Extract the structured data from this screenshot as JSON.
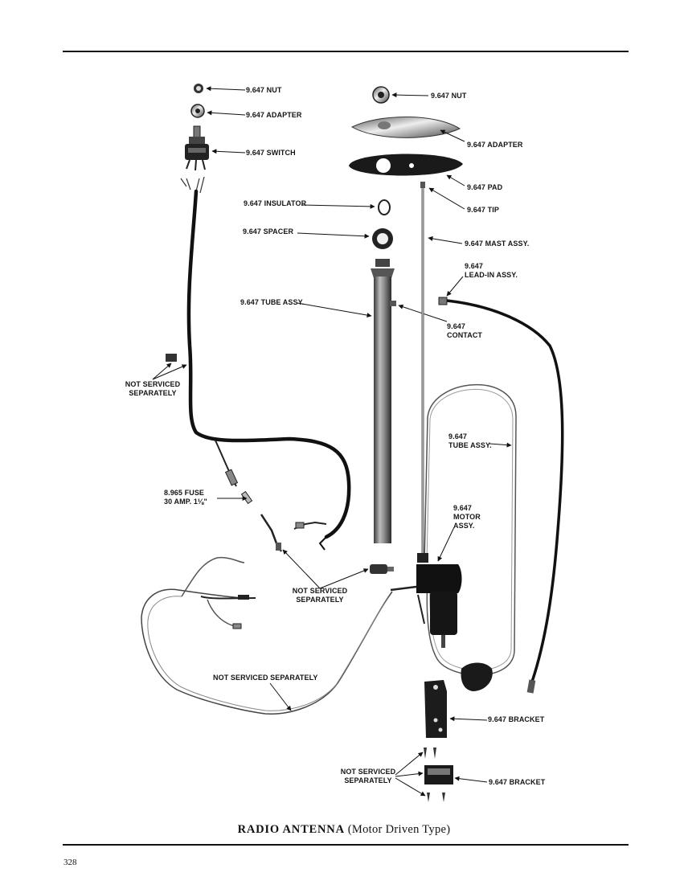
{
  "caption": {
    "title": "RADIO ANTENNA",
    "subtitle": "(Motor Driven Type)"
  },
  "page_number": "328",
  "labels": {
    "switch_nut": "9.647 NUT",
    "switch_adapter": "9.647 ADAPTER",
    "switch": "9.647 SWITCH",
    "insulator": "9.647 INSULATOR",
    "spacer": "9.647 SPACER",
    "tube_assy": "9.647 TUBE ASSY.",
    "mast_nut": "9.647 NUT",
    "mast_adapter": "9.647 ADAPTER",
    "pad": "9.647 PAD",
    "tip": "9.647 TIP",
    "mast_assy": "9.647 MAST ASSY.",
    "leadin_num": "9.647",
    "leadin_name": "LEAD-IN ASSY.",
    "contact_num": "9.647",
    "contact_name": "CONTACT",
    "ns_left_1": "NOT SERVICED",
    "ns_left_2": "SEPARATELY",
    "loop_tube_num": "9.647",
    "loop_tube_name": "TUBE ASSY.",
    "fuse_1": "8.965 FUSE",
    "fuse_2": "30 AMP. 1⅛\"",
    "motor_num": "9.647",
    "motor_name_1": "MOTOR",
    "motor_name_2": "ASSY.",
    "ns_mid_1": "NOT SERVICED",
    "ns_mid_2": "SEPARATELY",
    "ns_harness": "NOT SERVICED SEPARATELY",
    "bracket_upper": "9.647 BRACKET",
    "ns_bottom_1": "NOT SERVICED",
    "ns_bottom_2": "SEPARATELY",
    "bracket_lower": "9.647 BRACKET"
  }
}
